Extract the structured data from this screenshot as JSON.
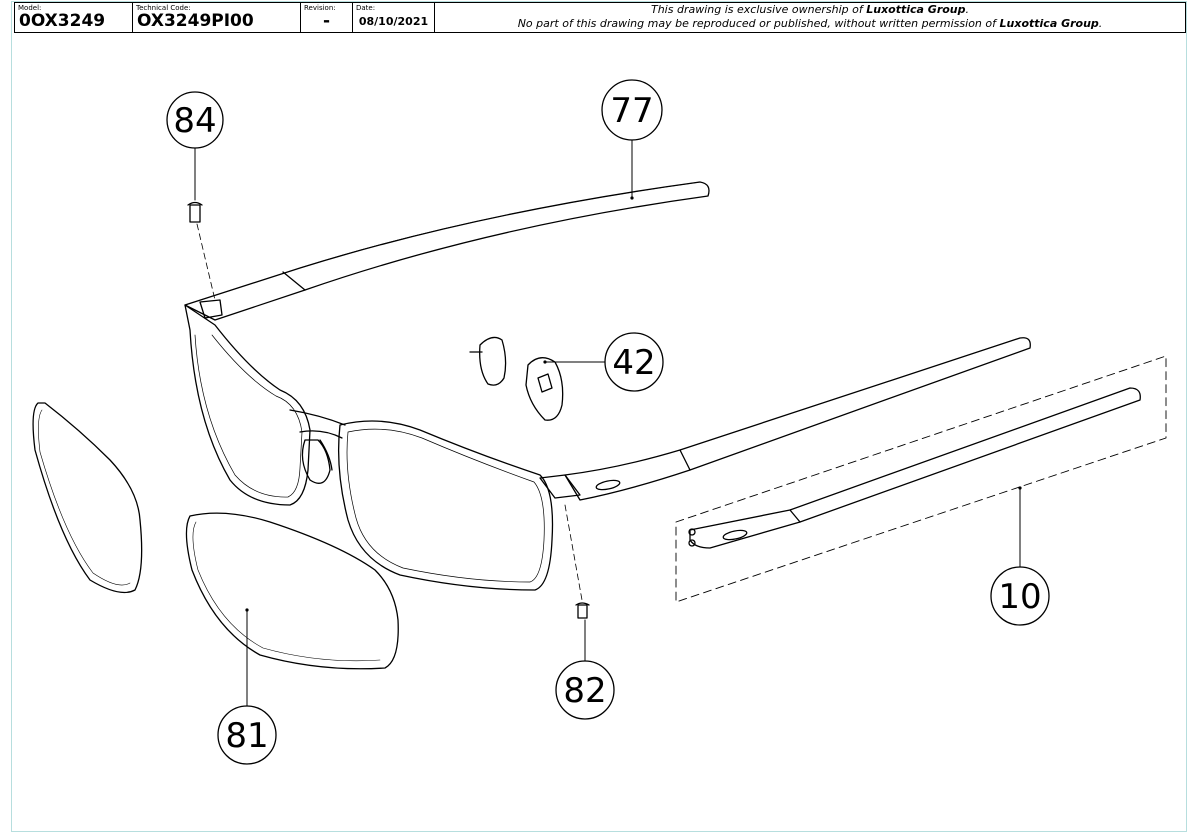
{
  "title_block": {
    "model_label": "Model:",
    "model_value": "0OX3249",
    "technical_code_label": "Technical Code:",
    "technical_code_value": "OX3249PI00",
    "revision_label": "Revision:",
    "revision_value": "-",
    "date_label": "Date:",
    "date_value": "08/10/2021",
    "notice_line1_prefix": "This drawing is exclusive ownership of ",
    "notice_line1_company": "Luxottica Group",
    "notice_line1_suffix": ".",
    "notice_line2_prefix": "No part of this drawing may be reproduced or published, without written permission of ",
    "notice_line2_company": "Luxottica Group",
    "notice_line2_suffix": "."
  },
  "callouts": {
    "part_84": "84",
    "part_77": "77",
    "part_42": "42",
    "part_10": "10",
    "part_82": "82",
    "part_81": "81"
  },
  "colors": {
    "line": "#000000",
    "sheet_border": "#b7dede",
    "background": "#ffffff"
  }
}
